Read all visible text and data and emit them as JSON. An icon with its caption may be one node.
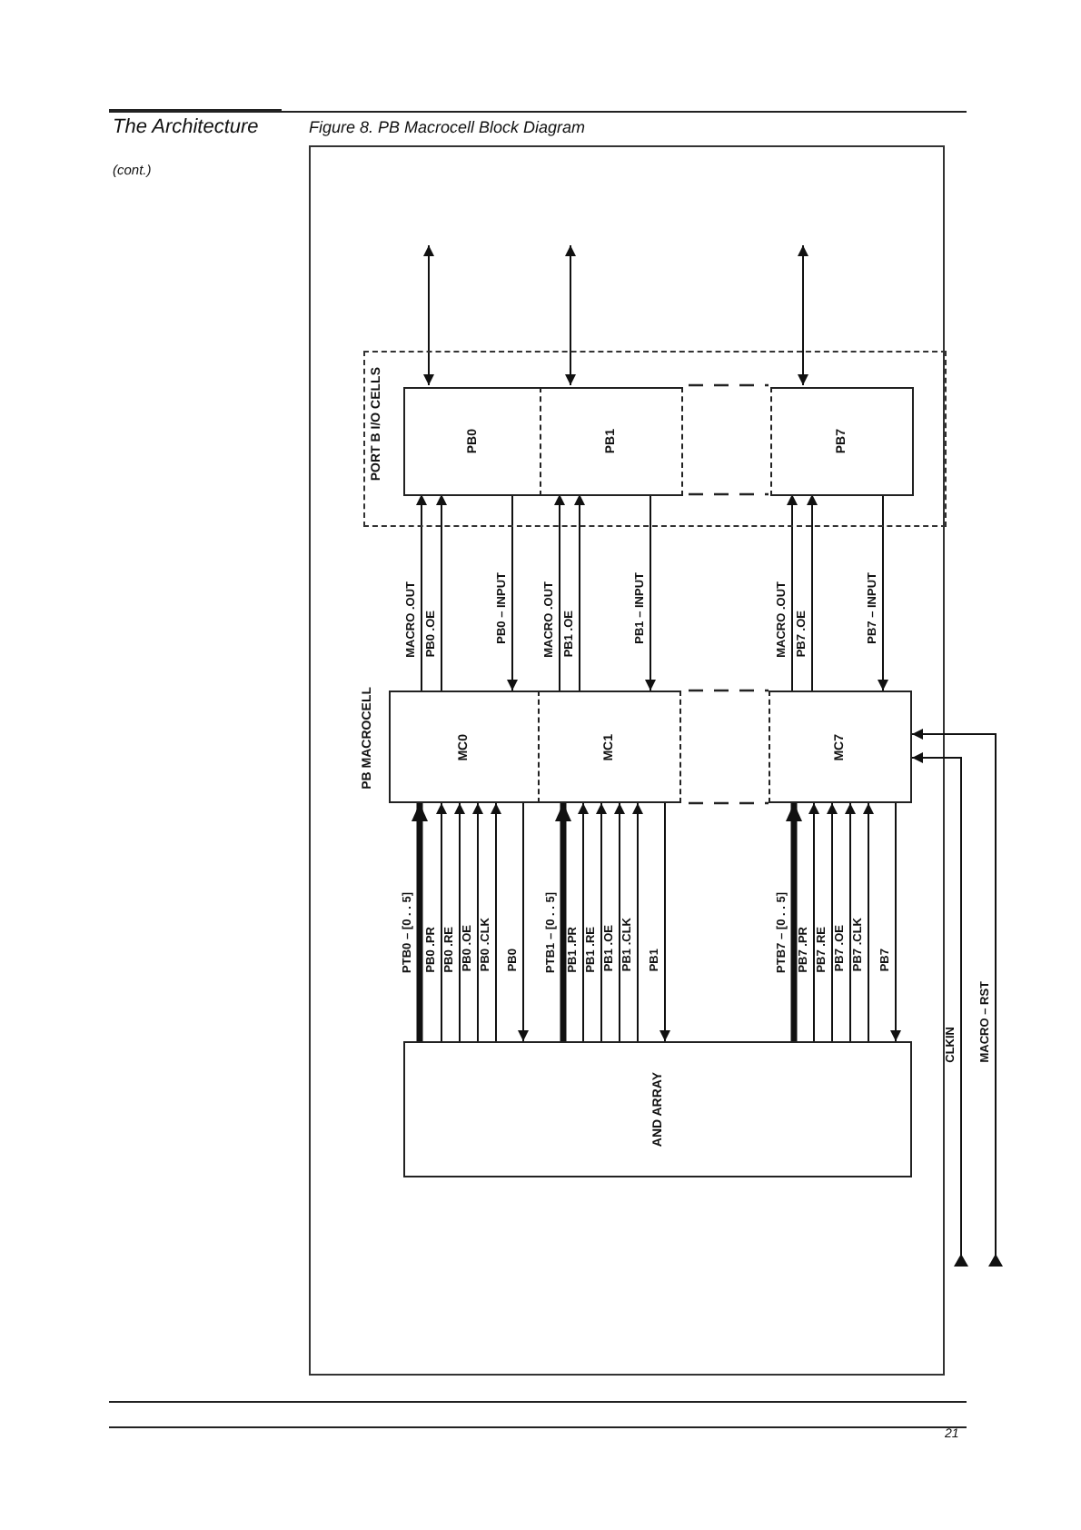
{
  "diagram": {
    "title": "Figure 8.  PB Macrocell Block Diagram",
    "nodes": [
      {
        "text": [
          "PORT B I/O CELLS"
        ]
      },
      {
        "text": [
          "PB0"
        ],
        "in": 0
      },
      {
        "text": [
          "PB1"
        ],
        "in": 0
      },
      {
        "text": [
          "PB7"
        ],
        "in": 0
      },
      {
        "text": [
          "MC0"
        ]
      },
      {
        "text": [
          "MC1"
        ]
      },
      {
        "text": [
          "MC7"
        ]
      },
      {
        "text": [
          "AND ARRAY"
        ]
      }
    ],
    "edges": [
      {
        "from": null,
        "to": 1,
        "arrow": "both"
      },
      {
        "from": null,
        "to": 2,
        "arrow": "both"
      },
      {
        "from": null,
        "to": 3,
        "arrow": "both"
      },
      {
        "from": 4,
        "to": 1,
        "arrow": "to",
        "label": "MACRO .OUT"
      },
      {
        "from": 4,
        "to": 1,
        "arrow": "to",
        "label": "PB0 .OE"
      },
      {
        "from": 1,
        "to": 4,
        "arrow": "to",
        "label": "PB0 – INPUT"
      },
      {
        "from": 5,
        "to": 2,
        "arrow": "to",
        "label": "MACRO .OUT"
      },
      {
        "from": 5,
        "to": 2,
        "arrow": "to",
        "label": "PB1 .OE"
      },
      {
        "from": 2,
        "to": 5,
        "arrow": "to",
        "label": "PB1 – INPUT"
      },
      {
        "from": 6,
        "to": 3,
        "arrow": "to",
        "label": "MACRO .OUT"
      },
      {
        "from": 6,
        "to": 3,
        "arrow": "to",
        "label": "PB7 .OE"
      },
      {
        "from": 3,
        "to": 6,
        "arrow": "to",
        "label": "PB7 – INPUT"
      },
      {
        "from": 7,
        "to": 4,
        "arrow": "to",
        "label": "PTB0 – [0 . . 5]",
        "style": "thick"
      },
      {
        "from": 7,
        "to": 4,
        "arrow": "to",
        "label": "PB0 .PR"
      },
      {
        "from": 7,
        "to": 4,
        "arrow": "to",
        "label": "PB0 .RE"
      },
      {
        "from": 7,
        "to": 4,
        "arrow": "to",
        "label": "PB0 .OE"
      },
      {
        "from": 7,
        "to": 4,
        "arrow": "to",
        "label": "PB0 .CLK"
      },
      {
        "from": 4,
        "to": 7,
        "arrow": "to",
        "label": "PB0"
      },
      {
        "from": 7,
        "to": 5,
        "arrow": "to",
        "label": "PTB1 – [0 . . 5]",
        "style": "thick"
      },
      {
        "from": 7,
        "to": 5,
        "arrow": "to",
        "label": "PB1 .PR"
      },
      {
        "from": 7,
        "to": 5,
        "arrow": "to",
        "label": "PB1 .RE"
      },
      {
        "from": 7,
        "to": 5,
        "arrow": "to",
        "label": "PB1 .OE"
      },
      {
        "from": 7,
        "to": 5,
        "arrow": "to",
        "label": "PB1 .CLK"
      },
      {
        "from": 5,
        "to": 7,
        "arrow": "to",
        "label": "PB1"
      },
      {
        "from": 7,
        "to": 6,
        "arrow": "to",
        "label": "PTB7 – [0 . . 5]",
        "style": "thick"
      },
      {
        "from": 7,
        "to": 6,
        "arrow": "to",
        "label": "PB7 .PR"
      },
      {
        "from": 7,
        "to": 6,
        "arrow": "to",
        "label": "PB7 .RE"
      },
      {
        "from": 7,
        "to": 6,
        "arrow": "to",
        "label": "PB7 .OE"
      },
      {
        "from": 7,
        "to": 6,
        "arrow": "to",
        "label": "PB7 .CLK"
      },
      {
        "from": 6,
        "to": 7,
        "arrow": "to",
        "label": "PB7"
      },
      {
        "from": null,
        "to": 6,
        "arrow": "to",
        "label": "CLKIN"
      },
      {
        "from": null,
        "to": 6,
        "arrow": "to",
        "label": "MACRO – RST"
      }
    ],
    "labels": [
      "The Architecture",
      "(cont.)",
      "PB MACROCELL",
      "21"
    ]
  }
}
